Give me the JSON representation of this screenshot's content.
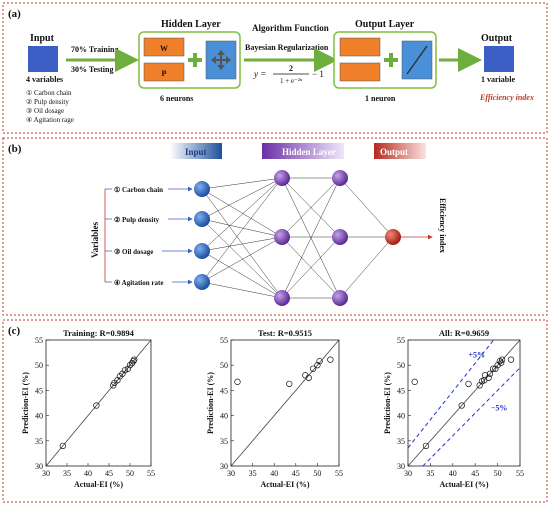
{
  "panel_a": {
    "tag": "(a)",
    "input_title": "Input",
    "input_caption": "4 variables",
    "split_training": "70% Training",
    "split_testing": "30% Testing",
    "variables": [
      "① Carbon chain",
      "② Pulp density",
      "③ Oil dosage",
      "④ Agitation rage"
    ],
    "hidden_title": "Hidden Layer",
    "hidden_w": "W",
    "hidden_p": "P",
    "hidden_caption": "6 neurons",
    "algorithm_title": "Algorithm Function",
    "algorithm_name": "Bayesian Regularization",
    "formula_y": "y =",
    "formula_num": "2",
    "formula_den": "1 + e⁻²ⁿ",
    "formula_tail": "− 1",
    "output_layer_title": "Output Layer",
    "output_layer_caption": "1 neuron",
    "output_title": "Output",
    "output_caption": "1 variable",
    "output_name": "Efficiency index"
  },
  "panel_b": {
    "tag": "(b)",
    "header_input": "Input",
    "header_hidden": "Hidden Layer",
    "header_output": "Output",
    "variables_label": "Variables",
    "inputs": [
      "① Carbon chain",
      "② Pulp density",
      "③ Oil dosage",
      "④ Agitation rate"
    ],
    "output_label": "Efficiency index"
  },
  "panel_c": {
    "tag": "(c)",
    "chart_data": [
      {
        "type": "scatter",
        "title": "Training: R=0.9894",
        "xlabel": "Actual-EI (%)",
        "ylabel": "Prediction-EI (%)",
        "xlim": [
          30,
          55
        ],
        "ylim": [
          30,
          55
        ],
        "xticks": [
          30,
          35,
          40,
          45,
          50,
          55
        ],
        "yticks": [
          30,
          35,
          40,
          45,
          50,
          55
        ],
        "points": [
          [
            34,
            34
          ],
          [
            42,
            42
          ],
          [
            46,
            46
          ],
          [
            46.3,
            46.5
          ],
          [
            47,
            47
          ],
          [
            47.6,
            47.8
          ],
          [
            48.2,
            48.3
          ],
          [
            48.8,
            49
          ],
          [
            49.5,
            49.3
          ],
          [
            50,
            50
          ],
          [
            50.5,
            50.4
          ],
          [
            50.8,
            50.8
          ],
          [
            51,
            51.1
          ]
        ],
        "fit_line": [
          [
            30,
            30
          ],
          [
            55,
            55
          ]
        ]
      },
      {
        "type": "scatter",
        "title": "Test: R=0.9515",
        "xlabel": "Actual-EI (%)",
        "ylabel": "Prediction-EI (%)",
        "xlim": [
          30,
          55
        ],
        "ylim": [
          30,
          55
        ],
        "xticks": [
          30,
          35,
          40,
          45,
          50,
          55
        ],
        "yticks": [
          30,
          35,
          40,
          45,
          50,
          55
        ],
        "points": [
          [
            31.5,
            46.7
          ],
          [
            43.5,
            46.3
          ],
          [
            47.2,
            48
          ],
          [
            48,
            47.5
          ],
          [
            49,
            49.3
          ],
          [
            50,
            50
          ],
          [
            50.5,
            50.8
          ],
          [
            53,
            51.1
          ]
        ],
        "fit_line": [
          [
            30,
            30
          ],
          [
            55,
            55
          ]
        ]
      },
      {
        "type": "scatter",
        "title": "All: R=0.9659",
        "xlabel": "Actual-EI (%)",
        "ylabel": "Prediction-EI (%)",
        "xlim": [
          30,
          55
        ],
        "ylim": [
          30,
          55
        ],
        "xticks": [
          30,
          35,
          40,
          45,
          50,
          55
        ],
        "yticks": [
          30,
          35,
          40,
          45,
          50,
          55
        ],
        "points": [
          [
            31.5,
            46.7
          ],
          [
            34,
            34
          ],
          [
            42,
            42
          ],
          [
            43.5,
            46.3
          ],
          [
            46,
            46
          ],
          [
            46.5,
            46.8
          ],
          [
            47,
            47
          ],
          [
            47.2,
            48
          ],
          [
            48,
            47.5
          ],
          [
            48.3,
            48.3
          ],
          [
            49,
            49.3
          ],
          [
            49.5,
            49.3
          ],
          [
            50,
            50
          ],
          [
            50.5,
            50.8
          ],
          [
            50.8,
            50.5
          ],
          [
            51,
            51.1
          ],
          [
            53,
            51.1
          ]
        ],
        "fit_line": [
          [
            30,
            30
          ],
          [
            55,
            55
          ]
        ],
        "band_plus": "+5%",
        "band_minus": "−5%"
      }
    ]
  },
  "colors": {
    "frame": "#c0392b",
    "input_box": "#3b5fc4",
    "hidden_box": "#f07f2a",
    "box_border": "#7fbf3f",
    "arrow": "#6dae3c",
    "transfer": "#4a90d9",
    "node_input": "#2a62b8",
    "node_hidden": "#7a43b5",
    "node_output": "#c0392b",
    "band": "#2233cc",
    "efficiency": "#c0392b"
  }
}
